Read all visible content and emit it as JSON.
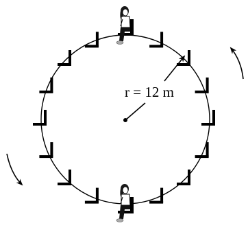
{
  "figure": {
    "radius_label": "r = 12 m",
    "seat_count": 16,
    "riders": [
      "top",
      "bottom"
    ],
    "rotation_arrows": [
      "right-side-counterclockwise",
      "left-side-counterclockwise"
    ],
    "colors": {
      "ink": "#000000",
      "background": "#ffffff",
      "hair": "#1a1a1a",
      "shirt": "#ffffff",
      "pants": "#111111",
      "shoe": "#aaaaaa"
    }
  }
}
